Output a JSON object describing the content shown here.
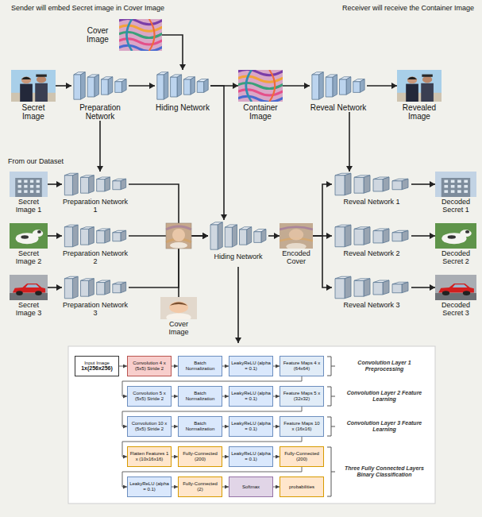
{
  "diagram": {
    "nodes": [
      {
        "text": [
          "Cover Image"
        ]
      },
      {
        "text": [
          "Secret Image"
        ]
      },
      {
        "text": [
          "Preparation Network"
        ]
      },
      {
        "text": [
          "Hiding Network"
        ]
      },
      {
        "text": [
          "Container Image"
        ]
      },
      {
        "text": [
          "Reveal Network"
        ]
      },
      {
        "text": [
          "Revealed Image"
        ]
      },
      {
        "text": [
          "Secret Image 1"
        ]
      },
      {
        "text": [
          "Preparation Network 1"
        ]
      },
      {
        "text": [
          "Secret Image 2"
        ]
      },
      {
        "text": [
          "Preparation Network 2"
        ]
      },
      {
        "text": [
          "Secret Image 3"
        ]
      },
      {
        "text": [
          "Preparation Network 3"
        ]
      },
      {
        "text": [
          "Cover Image"
        ]
      },
      {
        "text": [
          "Hiding Network"
        ]
      },
      {
        "text": [
          "Encoded Cover"
        ]
      },
      {
        "text": [
          "Reveal Network 1"
        ]
      },
      {
        "text": [
          "Decoded Secret 1"
        ]
      },
      {
        "text": [
          "Reveal Network 2"
        ]
      },
      {
        "text": [
          "Decoded Secret 2"
        ]
      },
      {
        "text": [
          "Reveal Network 3"
        ]
      },
      {
        "text": [
          "Decoded Secret 3"
        ]
      },
      {
        "text": [
          "Input Image",
          "1x(256x256)"
        ]
      },
      {
        "text": [
          "Convolution 4 x (5x5) Stride 2"
        ]
      },
      {
        "text": [
          "Batch Normalization"
        ]
      },
      {
        "text": [
          "LeakyReLU (alpha = 0.1)"
        ]
      },
      {
        "text": [
          "Feature Maps 4 x (64x64)"
        ]
      },
      {
        "text": [
          "Convolution 5 x (5x5) Stride 2"
        ]
      },
      {
        "text": [
          "Batch Normalization"
        ]
      },
      {
        "text": [
          "LeakyReLU (alpha = 0.1)"
        ]
      },
      {
        "text": [
          "Feature Maps 5 x (32x32)"
        ]
      },
      {
        "text": [
          "Convolution 10 x (5x5) Stride 2"
        ]
      },
      {
        "text": [
          "Batch Normalization"
        ]
      },
      {
        "text": [
          "LeakyReLU (alpha = 0.1)"
        ]
      },
      {
        "text": [
          "Feature Maps 10 x (16x16)"
        ]
      },
      {
        "text": [
          "Flatten Features 1 x (10x16x16)"
        ]
      },
      {
        "text": [
          "Fully-Connected (200)"
        ]
      },
      {
        "text": [
          "LeakyReLU (alpha = 0.1)"
        ]
      },
      {
        "text": [
          "Fully-Connected (200)"
        ]
      },
      {
        "text": [
          "LeakyReLU (alpha = 0.1)"
        ]
      },
      {
        "text": [
          "Fully-Connected (2)"
        ]
      },
      {
        "text": [
          "Softmax"
        ]
      },
      {
        "text": [
          "probabilities"
        ]
      }
    ],
    "edges": [
      {
        "from": 1,
        "to": 2,
        "arrow": "to"
      },
      {
        "from": 2,
        "to": 3,
        "arrow": "to"
      },
      {
        "from": 0,
        "to": 3,
        "arrow": "to"
      },
      {
        "from": 3,
        "to": 4,
        "arrow": "to"
      },
      {
        "from": 4,
        "to": 5,
        "arrow": "to"
      },
      {
        "from": 5,
        "to": 6,
        "arrow": "to"
      },
      {
        "from": 2,
        "to": 8,
        "arrow": "to"
      },
      {
        "from": 3,
        "to": 14,
        "arrow": "to"
      },
      {
        "from": 5,
        "to": 16,
        "arrow": "to"
      },
      {
        "from": 7,
        "to": 8,
        "arrow": "to"
      },
      {
        "from": 9,
        "to": 10,
        "arrow": "to"
      },
      {
        "from": 11,
        "to": 12,
        "arrow": "to"
      },
      {
        "from": 8,
        "to": 14,
        "arrow": "to"
      },
      {
        "from": 10,
        "to": 14,
        "arrow": "to"
      },
      {
        "from": 12,
        "to": 14,
        "arrow": "to"
      },
      {
        "from": 13,
        "to": 14,
        "arrow": "to"
      },
      {
        "from": 14,
        "to": 15,
        "arrow": "to"
      },
      {
        "from": 15,
        "to": 16,
        "arrow": "to"
      },
      {
        "from": 15,
        "to": 18,
        "arrow": "to"
      },
      {
        "from": 15,
        "to": 20,
        "arrow": "to"
      },
      {
        "from": 16,
        "to": 17,
        "arrow": "to"
      },
      {
        "from": 18,
        "to": 19,
        "arrow": "to"
      },
      {
        "from": 20,
        "to": 21,
        "arrow": "to"
      },
      {
        "from": 22,
        "to": 23,
        "arrow": "to"
      },
      {
        "from": 23,
        "to": 24,
        "arrow": "to"
      },
      {
        "from": 24,
        "to": 25,
        "arrow": "to"
      },
      {
        "from": 25,
        "to": 26,
        "arrow": "to"
      },
      {
        "from": 26,
        "to": 27,
        "arrow": "to"
      },
      {
        "from": 27,
        "to": 28,
        "arrow": "to"
      },
      {
        "from": 28,
        "to": 29,
        "arrow": "to"
      },
      {
        "from": 29,
        "to": 30,
        "arrow": "to"
      },
      {
        "from": 30,
        "to": 31,
        "arrow": "to"
      },
      {
        "from": 31,
        "to": 32,
        "arrow": "to"
      },
      {
        "from": 32,
        "to": 33,
        "arrow": "to"
      },
      {
        "from": 33,
        "to": 34,
        "arrow": "to"
      },
      {
        "from": 34,
        "to": 35,
        "arrow": "to"
      },
      {
        "from": 35,
        "to": 36,
        "arrow": "to"
      },
      {
        "from": 36,
        "to": 37,
        "arrow": "to"
      },
      {
        "from": 37,
        "to": 38,
        "arrow": "to"
      },
      {
        "from": 38,
        "to": 39,
        "arrow": "to"
      },
      {
        "from": 39,
        "to": 40,
        "arrow": "to"
      },
      {
        "from": 40,
        "to": 41,
        "arrow": "to"
      },
      {
        "from": 41,
        "to": 42,
        "arrow": "to"
      }
    ],
    "labels": [
      "Sender will embed Secret image in Cover Image",
      "Receiver will receive the Container Image",
      "From our Dataset",
      "Convolution Layer 1 Preprocessing",
      "Convolution Layer 2 Feature Learning",
      "Convolution Layer 3 Feature Learning",
      "Three Fully Connected Layers Binary Classification"
    ]
  }
}
